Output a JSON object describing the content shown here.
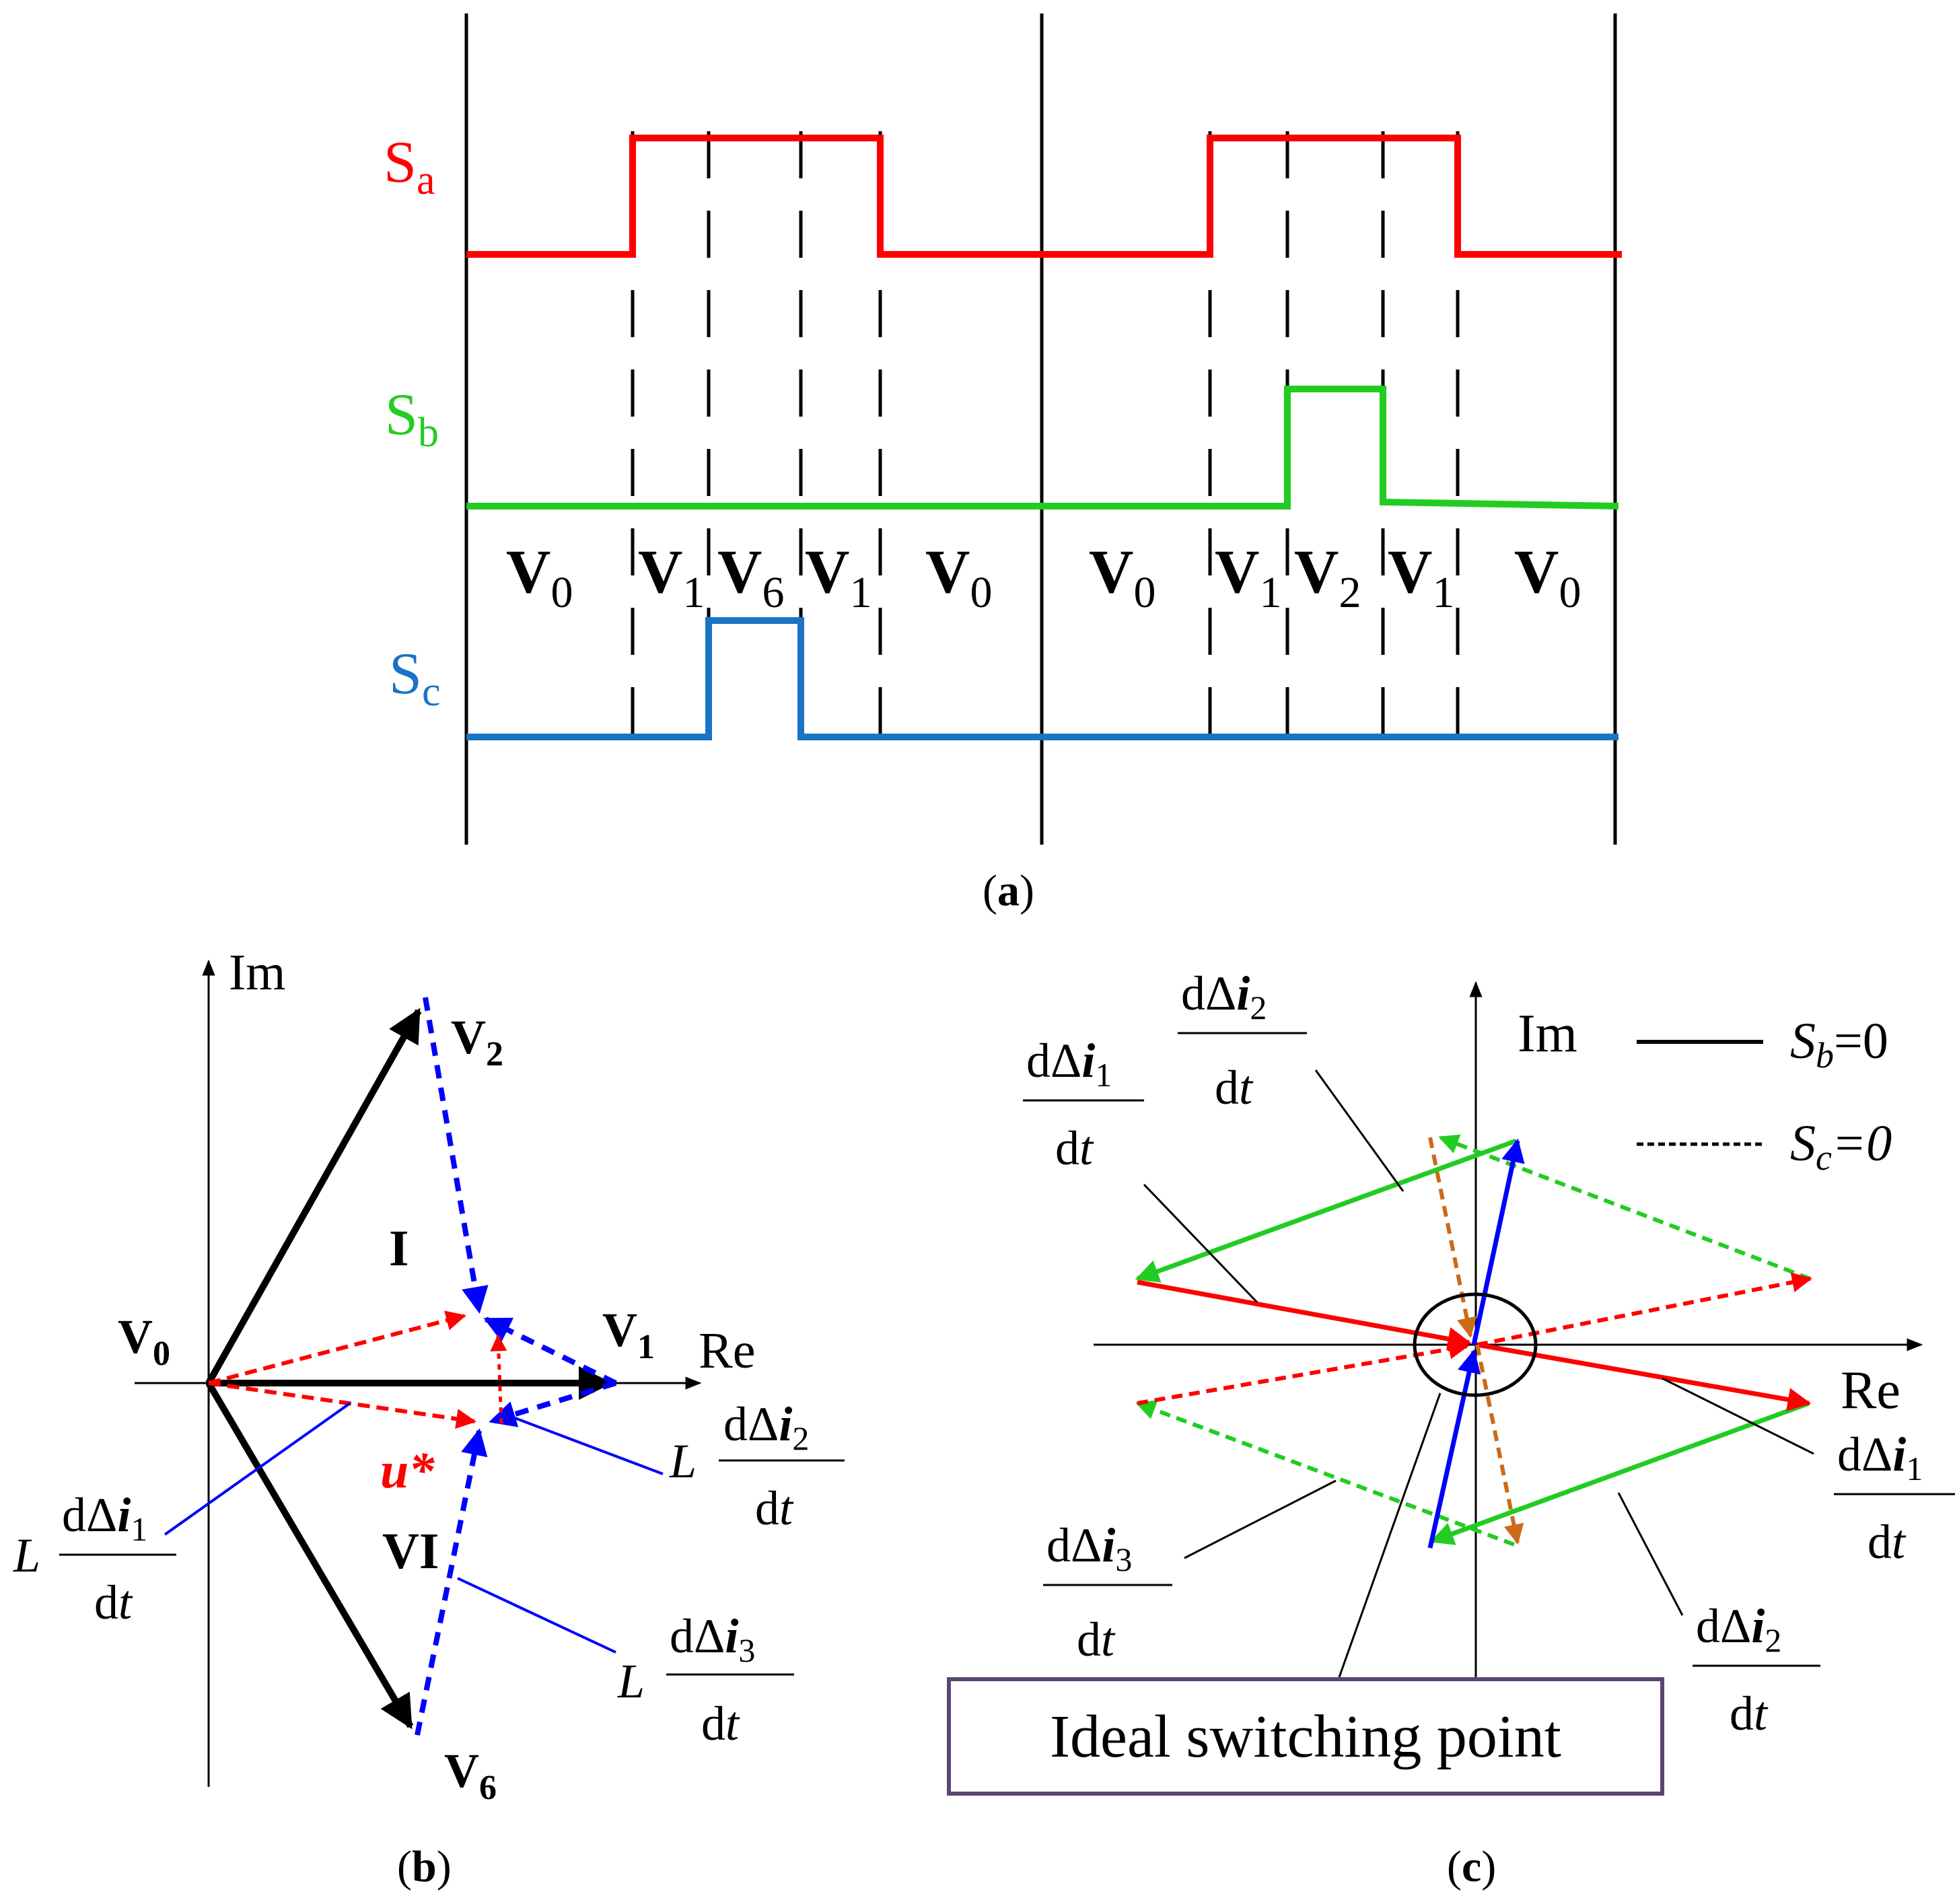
{
  "colors": {
    "sa": "#ff0000",
    "sb": "#22cc22",
    "sc": "#1a73c4",
    "black": "#000000",
    "blue": "#0000ff",
    "red": "#ff0000",
    "green": "#22cc22",
    "brown": "#cc6a1a",
    "box_border": "#5a4672"
  },
  "panel_a": {
    "caption_open": "(",
    "caption_letter": "a",
    "caption_close": ")",
    "signals": [
      {
        "name": "S",
        "sub": "a"
      },
      {
        "name": "S",
        "sub": "b"
      },
      {
        "name": "S",
        "sub": "c"
      }
    ],
    "sectors": [
      {
        "v": "V",
        "sub": "0"
      },
      {
        "v": "V",
        "sub": "1"
      },
      {
        "v": "V",
        "sub": "6"
      },
      {
        "v": "V",
        "sub": "1"
      },
      {
        "v": "V",
        "sub": "0"
      },
      {
        "v": "V",
        "sub": "0"
      },
      {
        "v": "V",
        "sub": "1"
      },
      {
        "v": "V",
        "sub": "2"
      },
      {
        "v": "V",
        "sub": "1"
      },
      {
        "v": "V",
        "sub": "0"
      }
    ]
  },
  "panel_b": {
    "caption_open": "(",
    "caption_letter": "b",
    "caption_close": ")",
    "axis_im": "Im",
    "axis_re": "Re",
    "vectors": {
      "v0": {
        "v": "V",
        "sub": "0"
      },
      "v1": {
        "v": "V",
        "sub": "1"
      },
      "v2": {
        "v": "V",
        "sub": "2"
      },
      "v6": {
        "v": "V",
        "sub": "6"
      }
    },
    "sector_1": "I",
    "sector_6": "VI",
    "u_ref": "u*",
    "labels": [
      {
        "L": "L",
        "num_d": "dΔ",
        "num_i": "i",
        "num_sub": "1",
        "den_d": "d",
        "den_t": "t"
      },
      {
        "L": "L",
        "num_d": "dΔ",
        "num_i": "i",
        "num_sub": "2",
        "den_d": "d",
        "den_t": "t"
      },
      {
        "L": "L",
        "num_d": "dΔ",
        "num_i": "i",
        "num_sub": "3",
        "den_d": "d",
        "den_t": "t"
      }
    ]
  },
  "panel_c": {
    "caption_open": "(",
    "caption_letter": "c",
    "caption_close": ")",
    "axis_im": "Im",
    "axis_re": "Re",
    "legend": [
      {
        "s": "S",
        "sub": "b",
        "eq": "=0"
      },
      {
        "s": "S",
        "sub": "c",
        "eq": "=0"
      }
    ],
    "labels": {
      "di1_top": {
        "num_d": "dΔ",
        "num_i": "i",
        "num_sub": "1",
        "den_d": "d",
        "den_t": "t"
      },
      "di2_top": {
        "num_d": "dΔ",
        "num_i": "i",
        "num_sub": "2",
        "den_d": "d",
        "den_t": "t"
      },
      "di1_right": {
        "num_d": "dΔ",
        "num_i": "i",
        "num_sub": "1",
        "den_d": "d",
        "den_t": "t"
      },
      "di3_left": {
        "num_d": "dΔ",
        "num_i": "i",
        "num_sub": "3",
        "den_d": "d",
        "den_t": "t"
      },
      "di2_bottom": {
        "num_d": "dΔ",
        "num_i": "i",
        "num_sub": "2",
        "den_d": "d",
        "den_t": "t"
      }
    },
    "box_text": "Ideal switching point"
  }
}
